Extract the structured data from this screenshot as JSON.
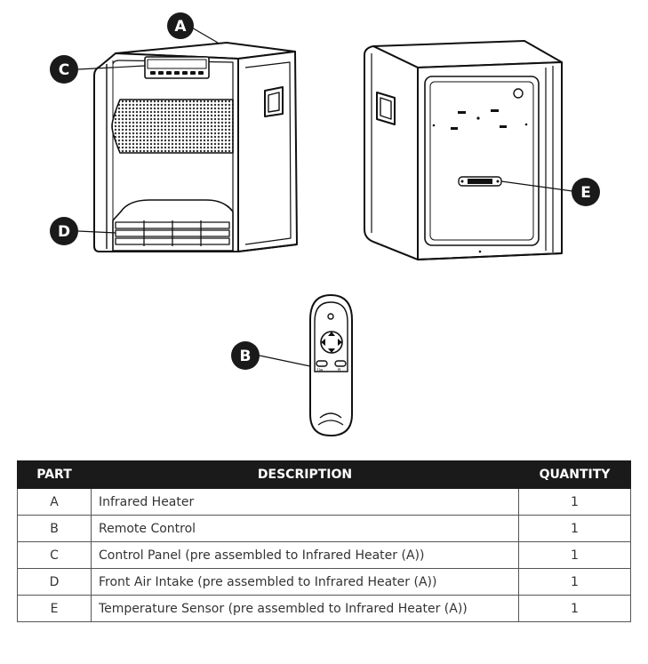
{
  "callouts": {
    "a": "A",
    "b": "B",
    "c": "C",
    "d": "D",
    "e": "E"
  },
  "remote": {
    "button_left_label": "I/ɵ",
    "button_right_label": "θ"
  },
  "table": {
    "headers": [
      "PART",
      "DESCRIPTION",
      "QUANTITY"
    ],
    "rows": [
      {
        "part": "A",
        "description": "Infrared Heater",
        "quantity": "1"
      },
      {
        "part": "B",
        "description": "Remote Control",
        "quantity": "1"
      },
      {
        "part": "C",
        "description": "Control Panel (pre assembled to Infrared Heater (A))",
        "quantity": "1"
      },
      {
        "part": "D",
        "description": "Front Air Intake (pre assembled to Infrared Heater (A))",
        "quantity": "1"
      },
      {
        "part": "E",
        "description": "Temperature Sensor (pre assembled to Infrared Heater (A))",
        "quantity": "1"
      }
    ]
  }
}
